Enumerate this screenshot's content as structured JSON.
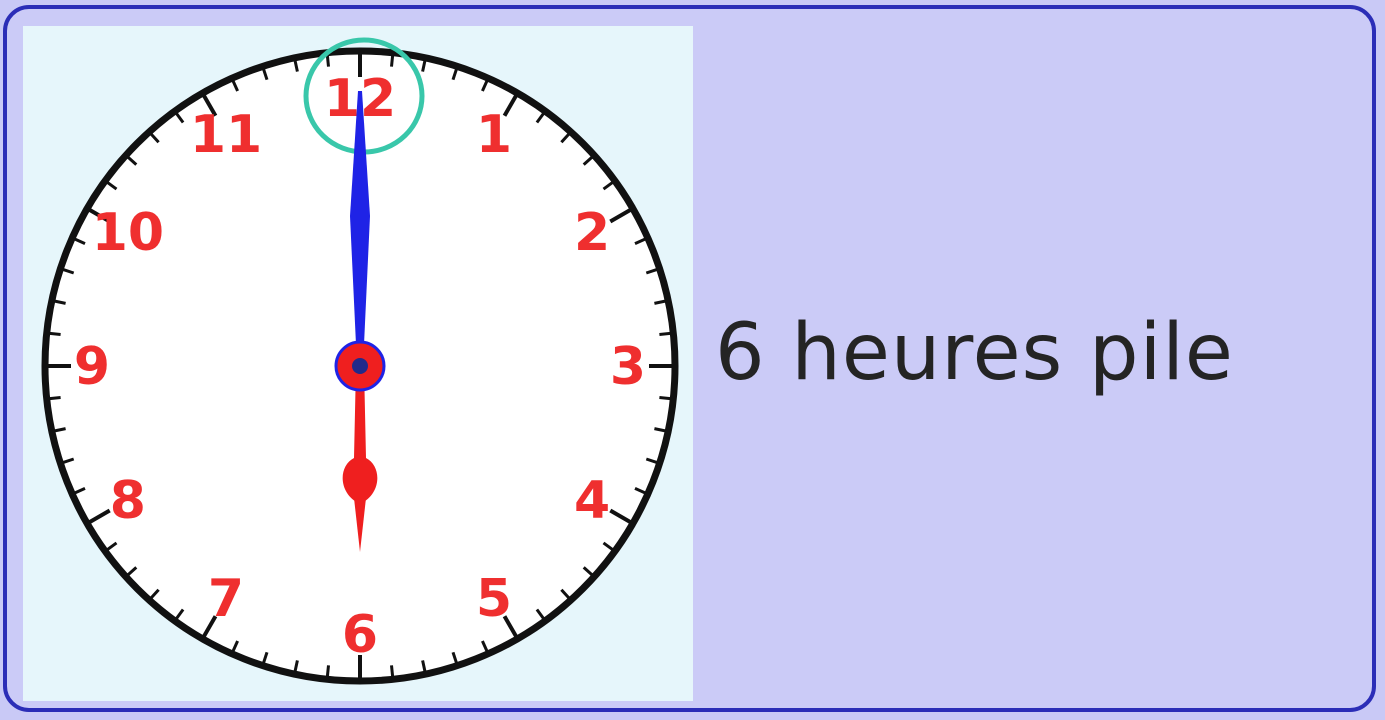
{
  "clock": {
    "numbers": [
      "12",
      "1",
      "2",
      "3",
      "4",
      "5",
      "6",
      "7",
      "8",
      "9",
      "10",
      "11"
    ],
    "time_hours": 6,
    "time_minutes": 0,
    "colors": {
      "panel_bg": "#e6f6fb",
      "face": "#ffffff",
      "rim": "#111111",
      "numbers": "#ef2f2f",
      "minute_hand": "#1f23e6",
      "hour_hand": "#ef1f1f",
      "circle_highlight": "#39c7aa"
    },
    "highlighted_number": "12"
  },
  "caption": {
    "text": "6 heures pile"
  }
}
